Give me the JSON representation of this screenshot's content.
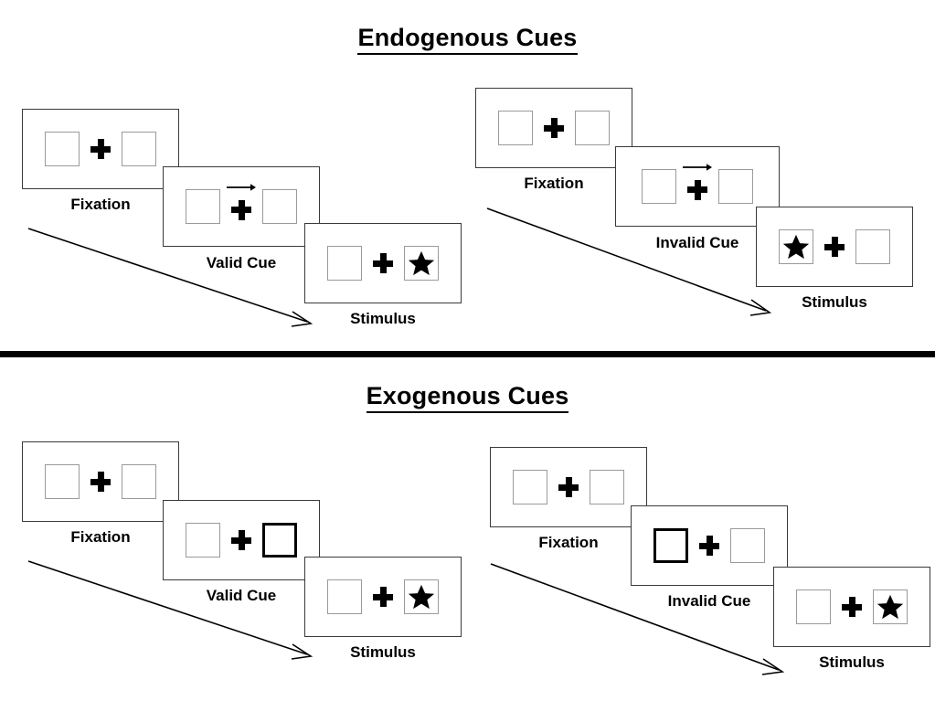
{
  "figure": {
    "sections": [
      {
        "id": "endogenous",
        "title": "Endogenous Cues",
        "sequences": [
          {
            "id": "endogenous-valid",
            "validity": "valid",
            "frames": [
              {
                "label": "Fixation",
                "left_cell": {
                  "state": "empty",
                  "content": ""
                },
                "right_cell": {
                  "state": "empty",
                  "content": ""
                },
                "center": "fixation-cross",
                "cue": "none"
              },
              {
                "label": "Valid Cue",
                "left_cell": {
                  "state": "empty",
                  "content": ""
                },
                "right_cell": {
                  "state": "empty",
                  "content": ""
                },
                "center": "fixation-cross",
                "cue": "arrow-right"
              },
              {
                "label": "Stimulus",
                "left_cell": {
                  "state": "empty",
                  "content": ""
                },
                "right_cell": {
                  "state": "target",
                  "content": "star"
                },
                "center": "fixation-cross",
                "cue": "none"
              }
            ]
          },
          {
            "id": "endogenous-invalid",
            "validity": "invalid",
            "frames": [
              {
                "label": "Fixation",
                "left_cell": {
                  "state": "empty",
                  "content": ""
                },
                "right_cell": {
                  "state": "empty",
                  "content": ""
                },
                "center": "fixation-cross",
                "cue": "none"
              },
              {
                "label": "Invalid Cue",
                "left_cell": {
                  "state": "empty",
                  "content": ""
                },
                "right_cell": {
                  "state": "empty",
                  "content": ""
                },
                "center": "fixation-cross",
                "cue": "arrow-right"
              },
              {
                "label": "Stimulus",
                "left_cell": {
                  "state": "target",
                  "content": "star"
                },
                "right_cell": {
                  "state": "empty",
                  "content": ""
                },
                "center": "fixation-cross",
                "cue": "none"
              }
            ]
          }
        ]
      },
      {
        "id": "exogenous",
        "title": "Exogenous Cues",
        "sequences": [
          {
            "id": "exogenous-valid",
            "validity": "valid",
            "frames": [
              {
                "label": "Fixation",
                "left_cell": {
                  "state": "empty",
                  "content": ""
                },
                "right_cell": {
                  "state": "empty",
                  "content": ""
                },
                "center": "fixation-cross",
                "cue": "none"
              },
              {
                "label": "Valid Cue",
                "left_cell": {
                  "state": "empty",
                  "content": ""
                },
                "right_cell": {
                  "state": "highlighted",
                  "content": ""
                },
                "center": "fixation-cross",
                "cue": "none"
              },
              {
                "label": "Stimulus",
                "left_cell": {
                  "state": "empty",
                  "content": ""
                },
                "right_cell": {
                  "state": "target",
                  "content": "star"
                },
                "center": "fixation-cross",
                "cue": "none"
              }
            ]
          },
          {
            "id": "exogenous-invalid",
            "validity": "invalid",
            "frames": [
              {
                "label": "Fixation",
                "left_cell": {
                  "state": "empty",
                  "content": ""
                },
                "right_cell": {
                  "state": "empty",
                  "content": ""
                },
                "center": "fixation-cross",
                "cue": "none"
              },
              {
                "label": "Invalid Cue",
                "left_cell": {
                  "state": "highlighted",
                  "content": ""
                },
                "right_cell": {
                  "state": "empty",
                  "content": ""
                },
                "center": "fixation-cross",
                "cue": "none"
              },
              {
                "label": "Stimulus",
                "left_cell": {
                  "state": "empty",
                  "content": ""
                },
                "right_cell": {
                  "state": "target",
                  "content": "star"
                },
                "center": "fixation-cross",
                "cue": "none"
              }
            ]
          }
        ]
      }
    ],
    "icons": {
      "fixation_cross": "plus-icon",
      "target": "star-icon",
      "cue_arrow": "arrow-right-icon",
      "time_arrow": "time-flow-arrow-icon"
    },
    "colors": {
      "ink": "#000000",
      "panel_border": "#3a3a3a",
      "cell_border": "#9a9a9a",
      "cell_highlight_border": "#000000",
      "background": "#ffffff"
    }
  }
}
